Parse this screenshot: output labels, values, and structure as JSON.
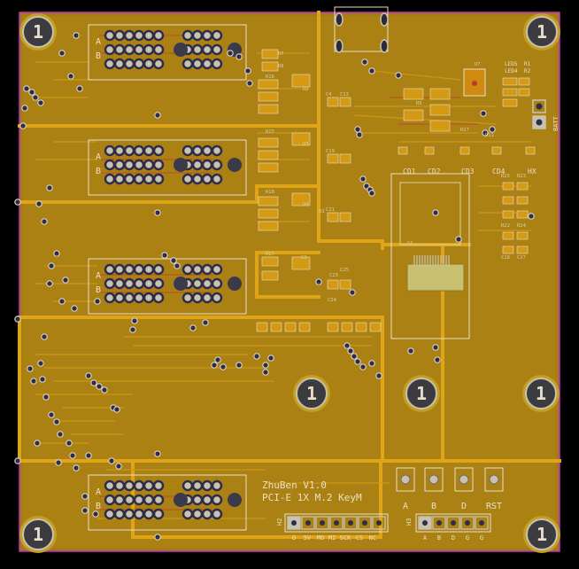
{
  "board": {
    "title_line1": "ZhuBen V1.0",
    "title_line2": "PCI-E 1X M.2 KeyM",
    "mount_hole_label": "1",
    "h2_label": "H2",
    "h2_pins": [
      "G",
      "5V",
      "MO",
      "MI",
      "SCK",
      "CS",
      "NC"
    ],
    "h3_label": "H3",
    "h3_pins": [
      "A",
      "B",
      "D",
      "G",
      "G"
    ],
    "buttons": [
      "A",
      "B",
      "D",
      "RST"
    ],
    "conn_label_a": "A",
    "conn_label_b": "B",
    "cd_labels": [
      "CD1",
      "CD2",
      "CD3",
      "CD4",
      "HX"
    ],
    "led_labels": [
      "LED5",
      "LED4",
      "R1",
      "R2"
    ],
    "batt_label": "BATT",
    "misc_refs": [
      "R7",
      "R8",
      "R16",
      "R15",
      "R18",
      "R17",
      "U1",
      "U2",
      "U3",
      "U4",
      "C3",
      "C4",
      "C13",
      "C19",
      "C21",
      "C23",
      "C25",
      "C24",
      "U7",
      "R5",
      "R17",
      "R11",
      "R25",
      "R23",
      "R22",
      "R24",
      "C28",
      "C27",
      "S1"
    ]
  },
  "colors": {
    "board": "#a07a12",
    "copper": "#b88a10",
    "trace": "#e0a418",
    "pad": "#c9c2b0",
    "drill": "#2d2d4a",
    "outline": "#c030c0",
    "silk": "#e8e0c8",
    "red_trace": "#c03a30"
  }
}
